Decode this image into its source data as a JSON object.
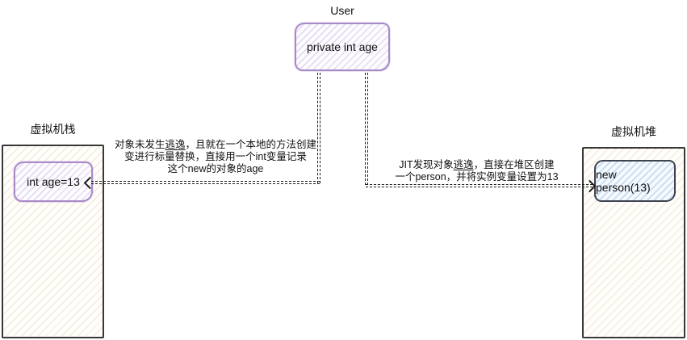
{
  "user": {
    "label": "User",
    "box_text": "private int age"
  },
  "stack": {
    "label": "虚拟机栈",
    "box_text": "int age=13"
  },
  "heap": {
    "label": "虚拟机堆",
    "box_text": "new person(13)"
  },
  "annotations": {
    "left_lines": [
      [
        {
          "t": "对象未发生"
        },
        {
          "t": "逃逸",
          "u": true
        },
        {
          "t": "，且就在一个本地的方法创建"
        }
      ],
      [
        {
          "t": "变进行标量替换，直接用一个int变量记录"
        }
      ],
      [
        {
          "t": "这个new的对象的age"
        }
      ]
    ],
    "right_lines": [
      [
        {
          "t": "JIT发现对象"
        },
        {
          "t": "逃逸",
          "u": true
        },
        {
          "t": "，直接在堆区创建"
        }
      ],
      [
        {
          "t": "一个person，并将实例变量设置为13"
        }
      ]
    ]
  },
  "colors": {
    "purple_border": "#a98bc9",
    "purple_hatch": "#e6daf1",
    "blue_hatch": "#cddff2",
    "blue_box_border": "#3d4350",
    "frame_border": "#383838",
    "cream_hatch": "#efe6d6",
    "connector": "#1b1b1b",
    "text": "#111111"
  }
}
